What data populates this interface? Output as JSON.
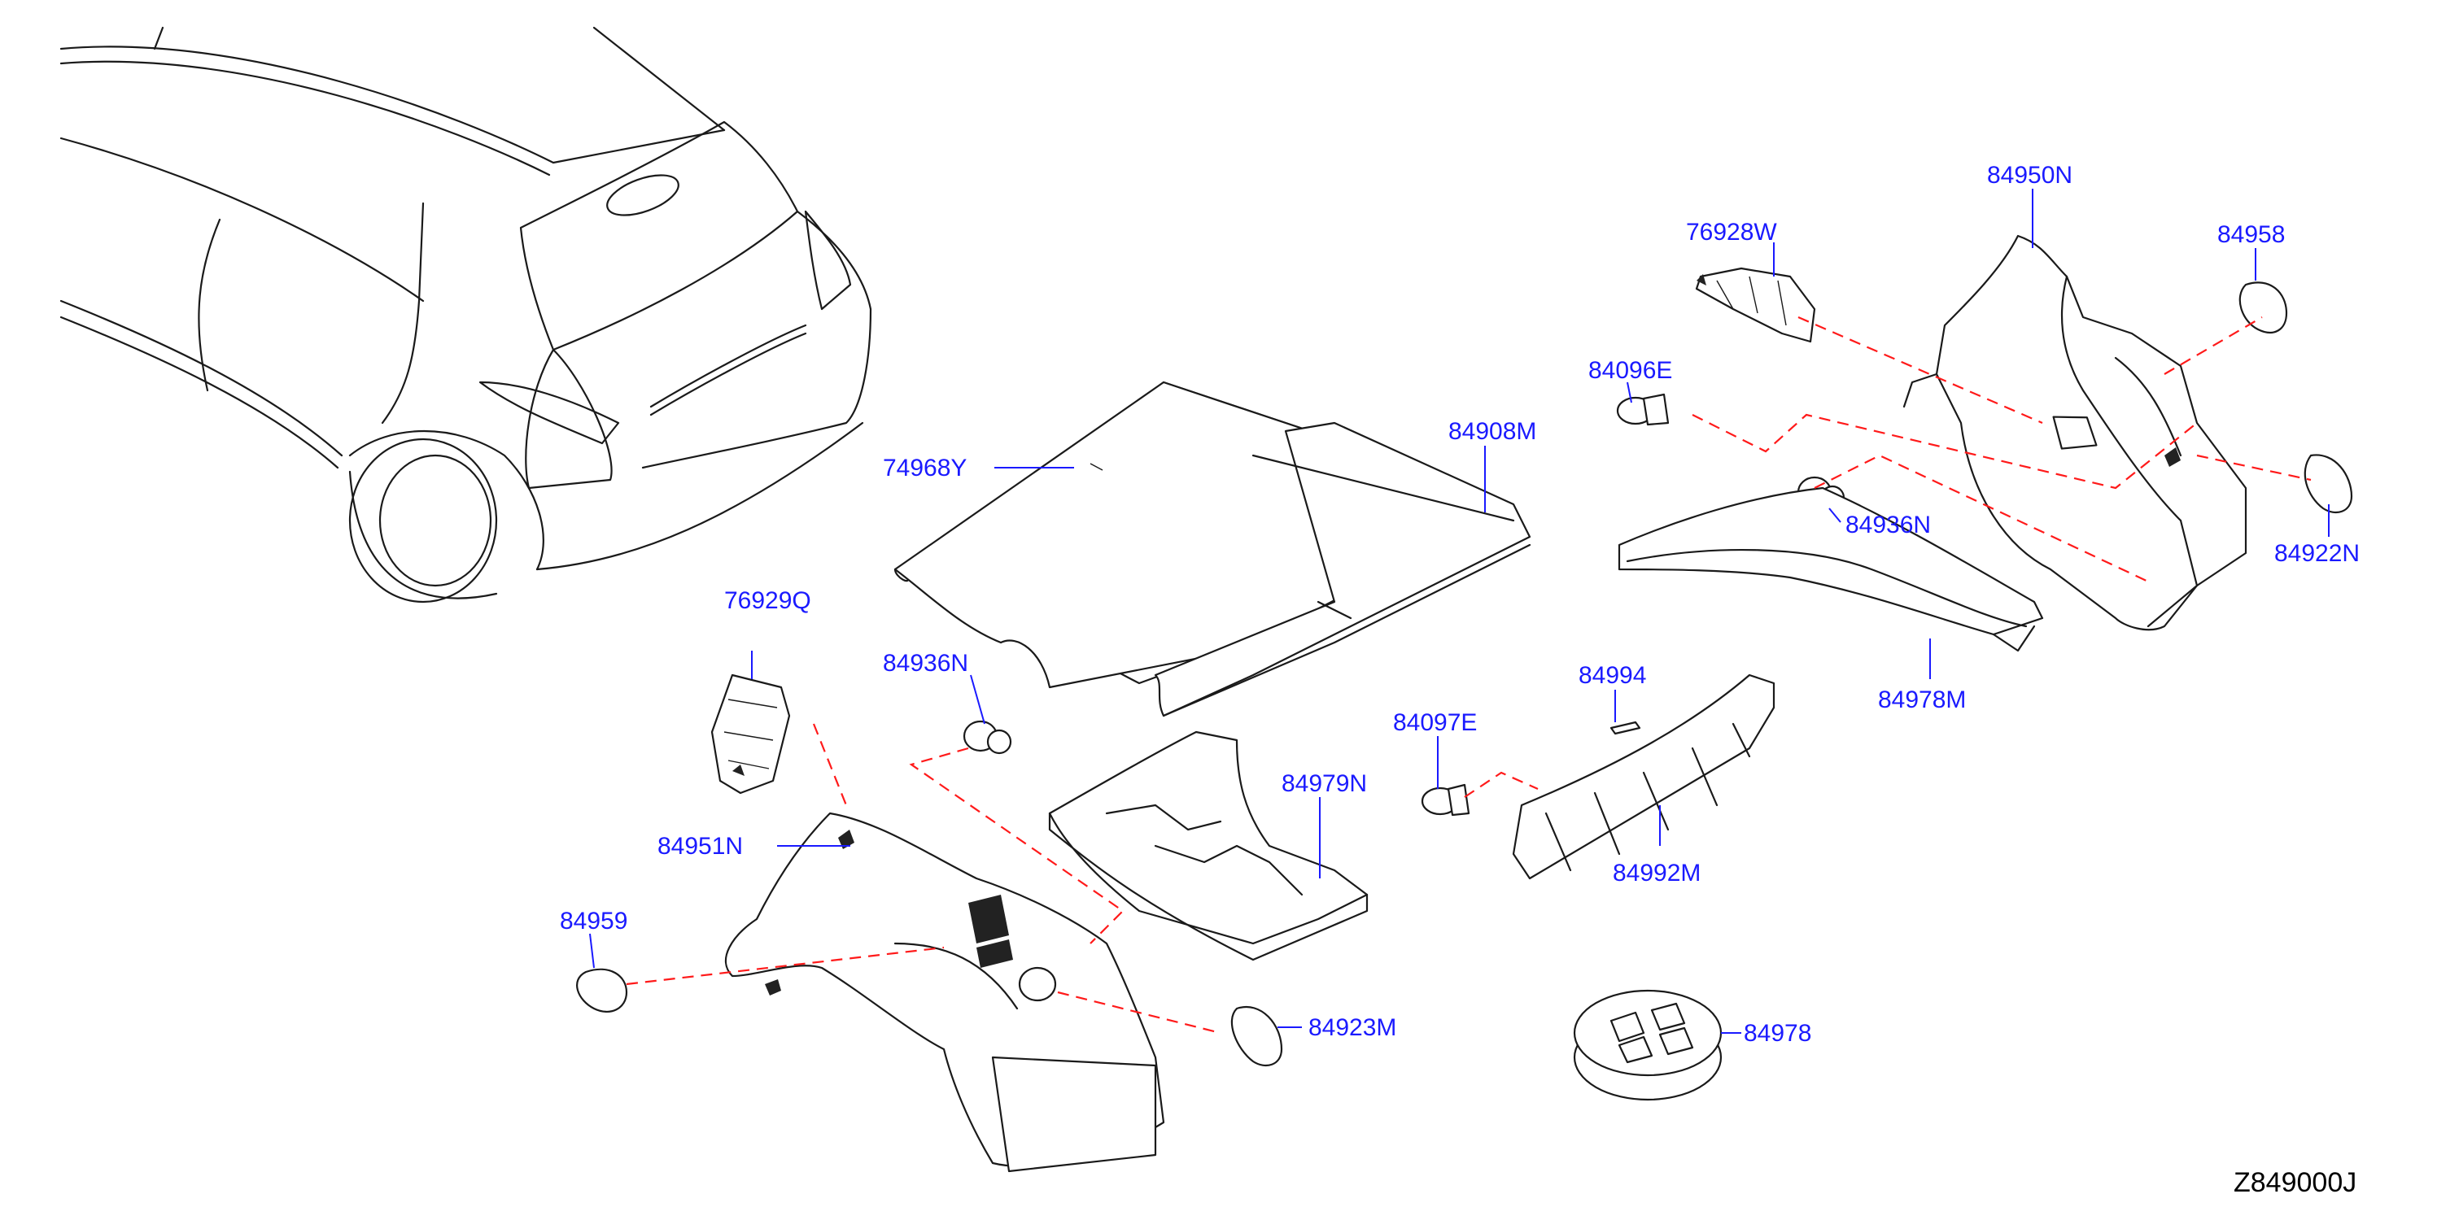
{
  "parts": [
    {
      "id": "p-84950N",
      "label": "84950N"
    },
    {
      "id": "p-76928W",
      "label": "76928W"
    },
    {
      "id": "p-84958",
      "label": "84958"
    },
    {
      "id": "p-84096E",
      "label": "84096E"
    },
    {
      "id": "p-84908M",
      "label": "84908M"
    },
    {
      "id": "p-74968Y",
      "label": "74968Y"
    },
    {
      "id": "p-84936N-right",
      "label": "84936N"
    },
    {
      "id": "p-84922N",
      "label": "84922N"
    },
    {
      "id": "p-76929Q",
      "label": "76929Q"
    },
    {
      "id": "p-84936N-left",
      "label": "84936N"
    },
    {
      "id": "p-84994",
      "label": "84994"
    },
    {
      "id": "p-84978M",
      "label": "84978M"
    },
    {
      "id": "p-84097E",
      "label": "84097E"
    },
    {
      "id": "p-84979N",
      "label": "84979N"
    },
    {
      "id": "p-84951N",
      "label": "84951N"
    },
    {
      "id": "p-84992M",
      "label": "84992M"
    },
    {
      "id": "p-84959",
      "label": "84959"
    },
    {
      "id": "p-84923M",
      "label": "84923M"
    },
    {
      "id": "p-84978",
      "label": "84978"
    }
  ],
  "diagram_code": "Z849000J",
  "colors": {
    "label": "#1a1aff",
    "leader": "#1a1aff",
    "dashed_connector": "#ff1a1a",
    "outline": "#1a1a1a",
    "background": "#ffffff"
  }
}
